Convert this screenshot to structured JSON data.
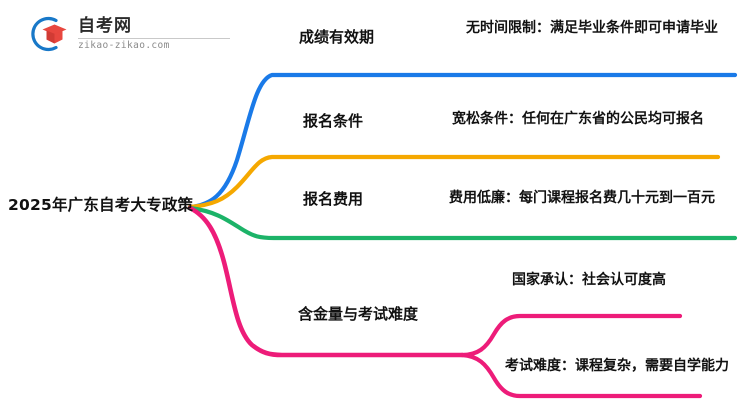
{
  "logo": {
    "name": "自考网",
    "domain": "zikao-zikao.com",
    "mark_icon": "graduation-cap-icon"
  },
  "mindmap": {
    "root": "2025年广东自考大专政策",
    "branches": [
      {
        "label": "成绩有效期",
        "color": "#1a7ae8",
        "leaves": [
          "无时间限制：满足毕业条件即可申请毕业"
        ]
      },
      {
        "label": "报名条件",
        "color": "#f5a800",
        "leaves": [
          "宽松条件：任何在广东省的公民均可报名"
        ]
      },
      {
        "label": "报名费用",
        "color": "#1cb368",
        "leaves": [
          "费用低廉：每门课程报名费几十元到一百元"
        ]
      },
      {
        "label": "含金量与考试难度",
        "color": "#ed1c79",
        "leaves": [
          "国家承认：社会认可度高",
          "考试难度：课程复杂，需要自学能力"
        ]
      }
    ]
  },
  "colors": {
    "blue": "#1a7ae8",
    "orange": "#f5a800",
    "green": "#1cb368",
    "pink": "#ed1c79",
    "logo_blue": "#1878c8",
    "logo_red": "#e8473f",
    "text": "#111111"
  }
}
